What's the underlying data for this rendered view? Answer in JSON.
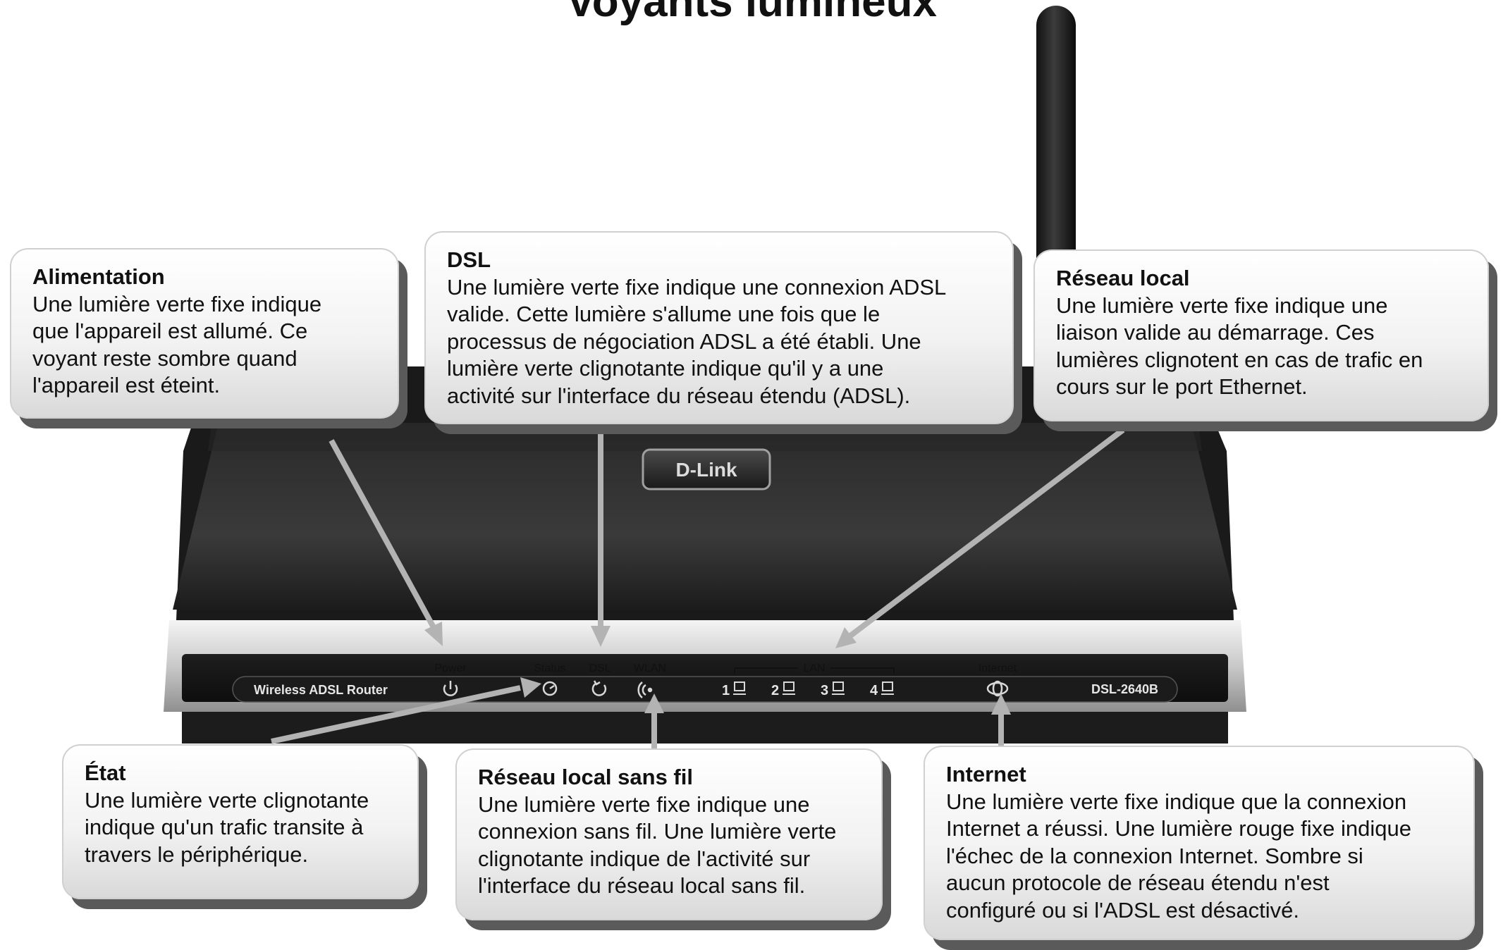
{
  "title": "Voyants lumineux",
  "device": {
    "brand": "D-Link",
    "product": "Wireless ADSL Router",
    "model": "DSL-2640B",
    "indicators": {
      "power": "Power",
      "status": "Status",
      "dsl": "DSL",
      "wlan": "WLAN",
      "lan": "LAN",
      "internet": "Internet",
      "lan_ports": [
        "1",
        "2",
        "3",
        "4"
      ]
    }
  },
  "callouts": {
    "power": {
      "title": "Alimentation",
      "lines": [
        "Une lumière verte fixe indique",
        "que l'appareil est allumé. Ce",
        "voyant reste sombre quand",
        "l'appareil est éteint."
      ]
    },
    "dsl": {
      "title": "DSL",
      "lines": [
        "Une lumière verte fixe indique une connexion ADSL",
        "valide. Cette lumière s'allume une fois que le",
        "processus de négociation ADSL a été établi. Une",
        "lumière verte clignotante indique qu'il y a une",
        "activité sur l'interface du réseau étendu (ADSL)."
      ]
    },
    "lan": {
      "title": "Réseau local",
      "lines": [
        "Une lumière verte fixe indique une",
        "liaison valide au démarrage. Ces",
        "lumières clignotent en cas de trafic en",
        "cours sur le port Ethernet."
      ]
    },
    "status": {
      "title": "État",
      "lines": [
        "Une lumière verte clignotante",
        "indique qu'un trafic transite à",
        "travers le périphérique."
      ]
    },
    "wlan": {
      "title": "Réseau local sans fil",
      "lines": [
        "Une lumière verte fixe indique une",
        "connexion sans fil. Une lumière verte",
        "clignotante indique de l'activité sur",
        "l'interface du réseau local sans fil."
      ]
    },
    "internet": {
      "title": "Internet",
      "lines": [
        "Une lumière verte fixe indique que la connexion",
        "Internet a réussi. Une lumière rouge fixe indique",
        "l'échec de la connexion Internet. Sombre si",
        "aucun protocole de réseau étendu n'est",
        "configuré ou si l'ADSL est désactivé."
      ]
    }
  }
}
